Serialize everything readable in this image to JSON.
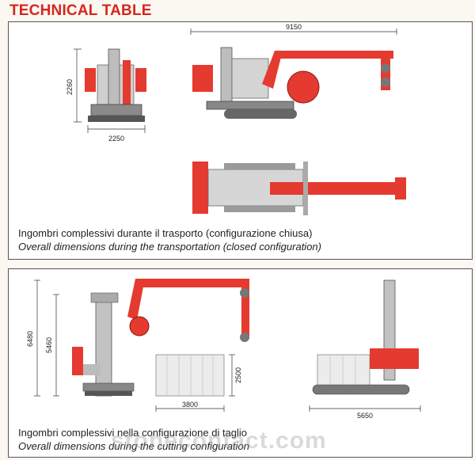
{
  "title": "TECHNICAL TABLE",
  "colors": {
    "accent": "#d6261f",
    "machine_red": "#e53a2f",
    "gray": "#9a9a9a"
  },
  "transport": {
    "dims": {
      "width_front": "2250",
      "height_front": "2260",
      "length_side": "9150"
    },
    "caption_it": "Ingombri complessivi durante il trasporto (configurazione chiusa)",
    "caption_en": "Overall dimensions during the transportation (closed configuration)"
  },
  "cutting": {
    "dims": {
      "height_total": "6480",
      "height_column": "5460",
      "block_length": "3800",
      "block_height": "2500",
      "width_front": "5650"
    },
    "caption_it": "Ingombri complessivi nella configurazione di taglio",
    "caption_en": "Overall dimensions during the cutting configuration"
  },
  "watermark": "stonecontact.com"
}
